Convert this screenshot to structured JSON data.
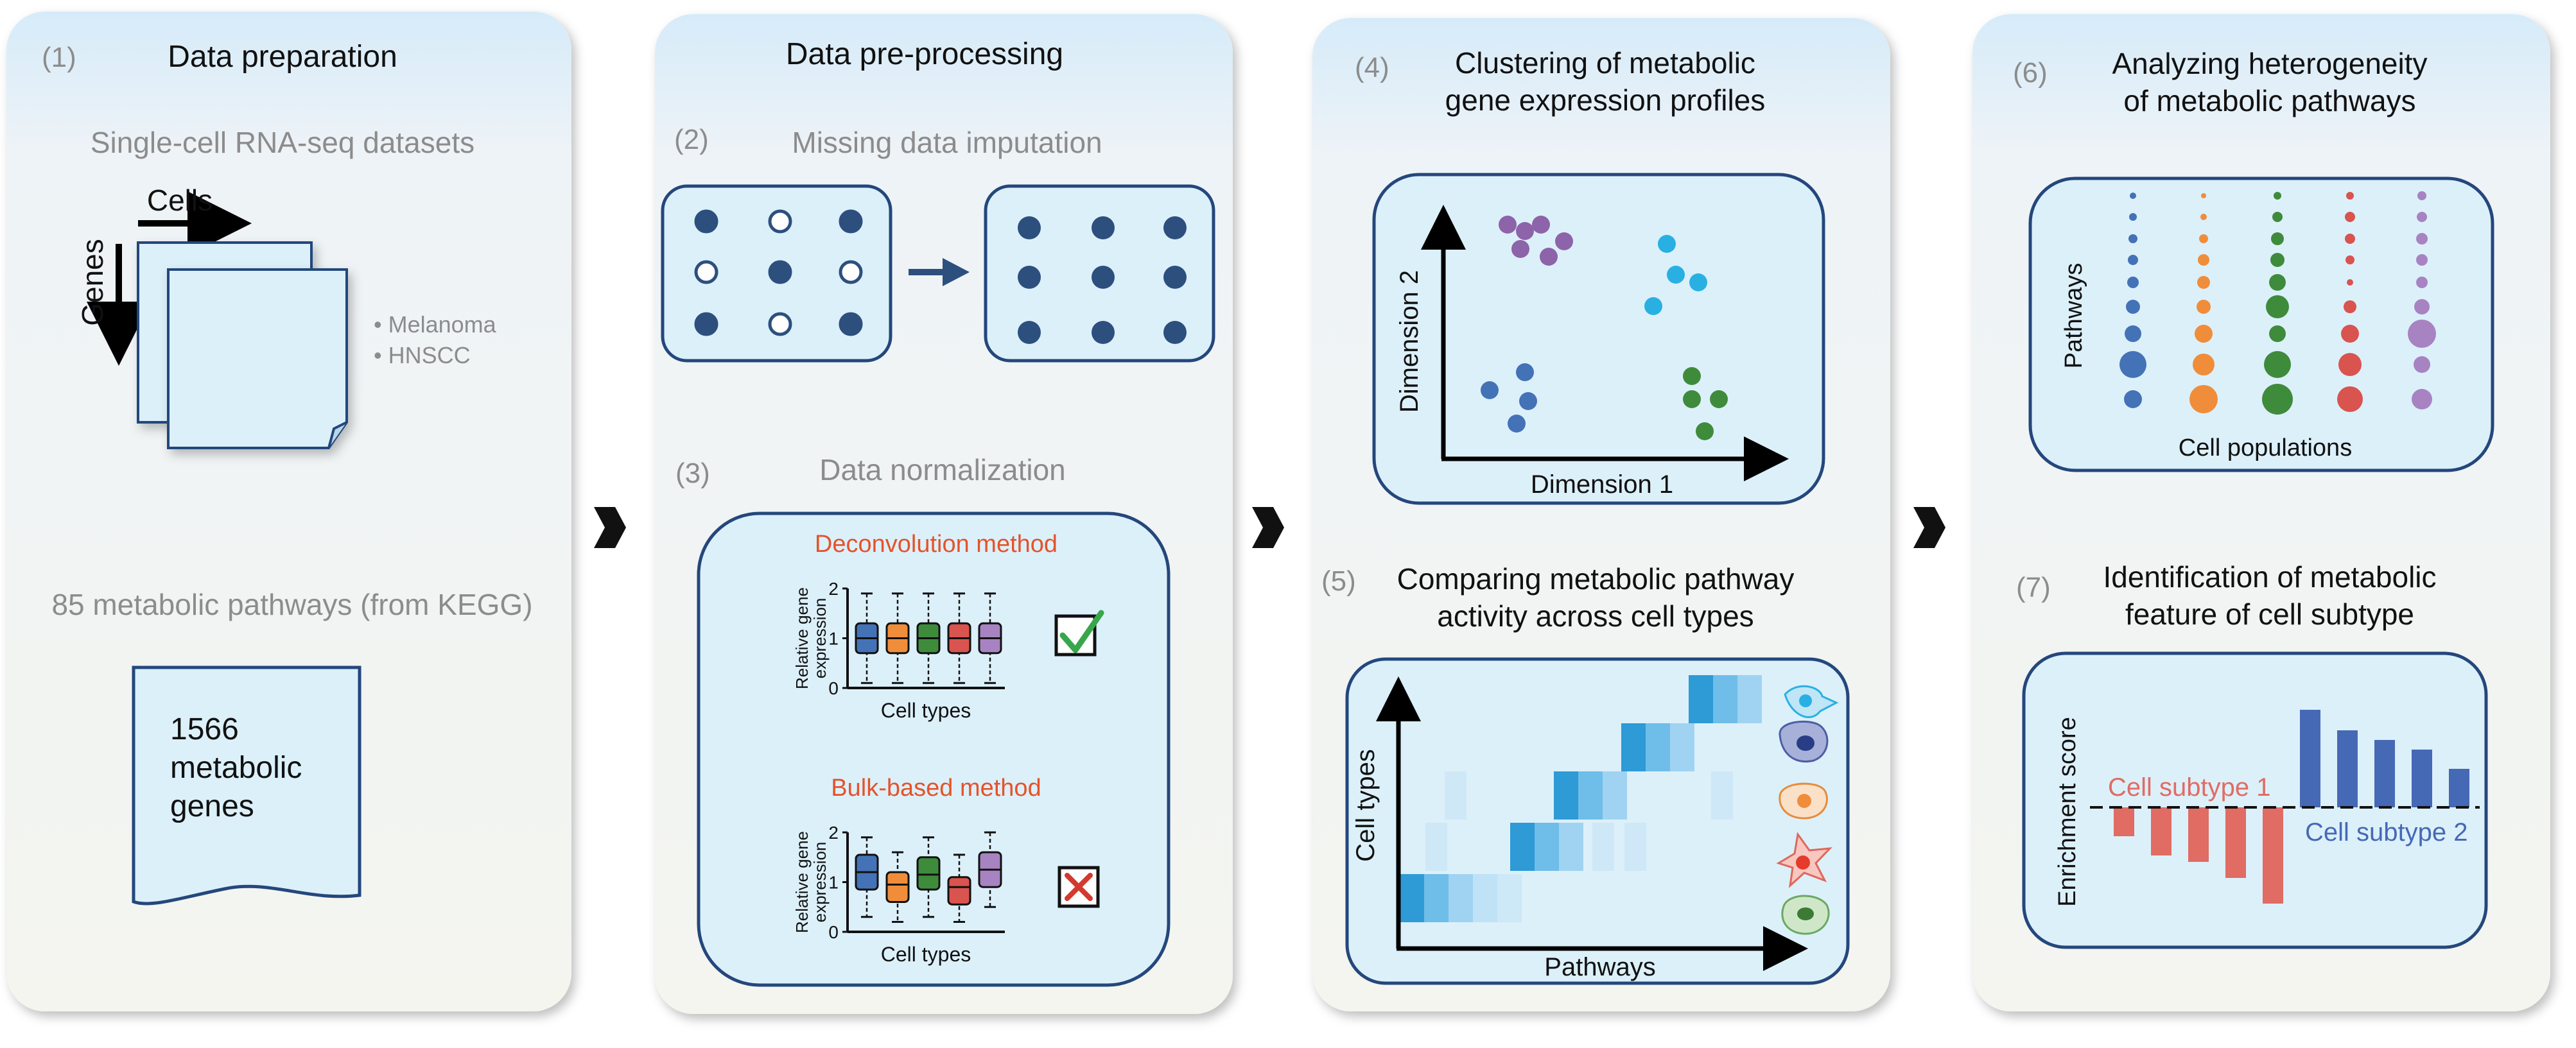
{
  "colors": {
    "panel_top": "#d7ecfa",
    "panel_bottom": "#f3f5ef",
    "box_fill": "#dcf0fa",
    "box_stroke": "#24477c",
    "dark_dot": "#2d4f7e",
    "cyan": "#29b0e3",
    "purple": "#8d63a9",
    "blue": "#4472b6",
    "green": "#3f8b3c",
    "orange": "#f08d3a",
    "red": "#d9534f",
    "lavender": "#a783c2",
    "cell_subtype_1": "#e06c64",
    "cell_subtype_2": "#4669b5",
    "method_title": "#e5532a",
    "grey_text": "#8c8c8c"
  },
  "panel1": {
    "step": "(1)",
    "title": "Data preparation",
    "subtitle": "Single-cell RNA-seq datasets",
    "cells_label": "Cells",
    "genes_label": "Genes",
    "datasets": [
      "• Melanoma",
      "• HNSCC"
    ],
    "kegg_title": "85 metabolic pathways (from KEGG)",
    "doc_lines": [
      "1566",
      "metabolic",
      "genes"
    ]
  },
  "panel2": {
    "title": "Data pre-processing",
    "step2": "(2)",
    "step2_title": "Missing data imputation",
    "step3": "(3)",
    "step3_title": "Data normalization",
    "method1": "Deconvolution method",
    "method2": "Bulk-based method",
    "ylabel": [
      "Relative gene",
      "expression"
    ],
    "xlabel": "Cell types",
    "yticks": [
      "2",
      "1",
      "0"
    ]
  },
  "panel3": {
    "step4": "(4)",
    "step4_title": [
      "Clustering of metabolic",
      "gene expression profiles"
    ],
    "dim1": "Dimension 1",
    "dim2": "Dimension 2",
    "step5": "(5)",
    "step5_title": [
      "Comparing metabolic pathway",
      "activity across cell types"
    ],
    "heat_ylabel": "Cell types",
    "heat_xlabel": "Pathways"
  },
  "panel4": {
    "step6": "(6)",
    "step6_title": [
      "Analyzing heterogeneity",
      "of metabolic pathways"
    ],
    "pathways_label": "Pathways",
    "populations_label": "Cell populations",
    "step7": "(7)",
    "step7_title": [
      "Identification of metabolic",
      "feature of cell subtype"
    ],
    "enrichment_label": "Enrichment score",
    "subtype1": "Cell subtype 1",
    "subtype2": "Cell subtype 2"
  }
}
